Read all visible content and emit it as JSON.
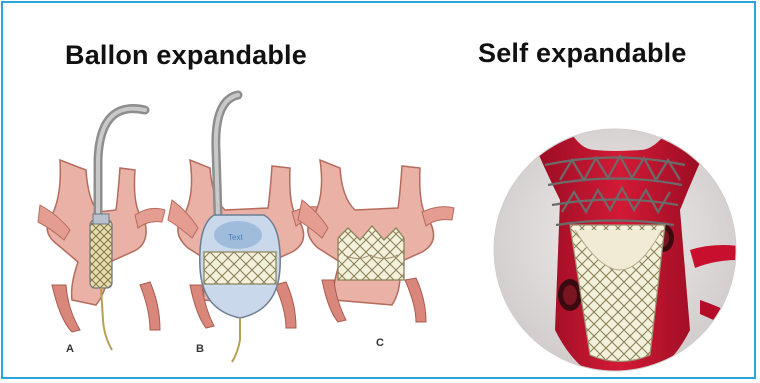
{
  "headings": {
    "left": "Ballon expandable",
    "right": "Self expandable"
  },
  "panels": [
    {
      "letter": "A"
    },
    {
      "letter": "B",
      "balloon_label": "Text"
    },
    {
      "letter": "C"
    }
  ],
  "colors": {
    "border": "#2aa6d8",
    "tissue": "#e8a59a",
    "tissue_dark": "#c97567",
    "catheter": "#9e9e9e",
    "stent": "#c8b878",
    "balloon": "#c9d8ea",
    "aorta_red": "#c8102e",
    "circle_bg": "#e0dcdc"
  }
}
